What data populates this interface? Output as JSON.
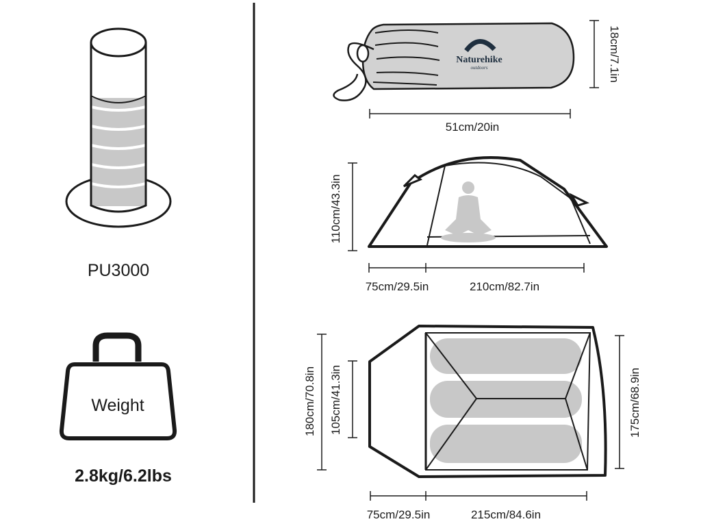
{
  "colors": {
    "ink": "#1a1a1a",
    "fill_grey": "#c8c8c8",
    "bag_grey": "#d2d2d2",
    "stripe_white": "#ffffff",
    "brand_navy": "#1f2f3f",
    "background": "#ffffff"
  },
  "icons": {
    "waterproof": "water-column-icon",
    "weight": "kettlebell-weight-icon",
    "bag": "stuff-sack-icon",
    "tent_side": "tent-side-view-icon",
    "tent_top": "tent-top-view-icon",
    "person": "seated-person-icon"
  },
  "left_panel": {
    "waterproof_label": "PU3000",
    "weight_icon_text": "Weight",
    "weight_value": "2.8kg/6.2lbs"
  },
  "packed": {
    "brand_name": "Naturehike",
    "brand_sub": "outdoors",
    "length_label": "51cm/20in",
    "diameter_label": "18cm/7.1in"
  },
  "side_view": {
    "height_label": "110cm/43.3in",
    "vestibule_label": "75cm/29.5in",
    "inner_length_label": "210cm/82.7in"
  },
  "top_view": {
    "outer_width_label": "180cm/70.8in",
    "end_width_label": "105cm/41.3in",
    "inner_width_label": "175cm/68.9in",
    "vestibule_label": "75cm/29.5in",
    "inner_length_label": "215cm/84.6in"
  }
}
